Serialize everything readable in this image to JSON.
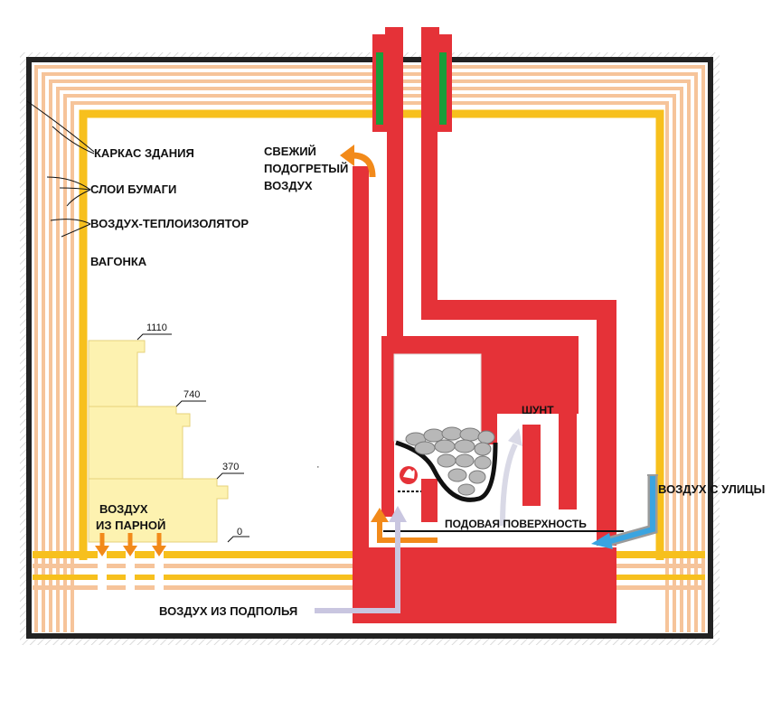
{
  "labels": {
    "frame": "КАРКАС ЗДАНИЯ",
    "paper": "СЛОИ БУМАГИ",
    "air_insulator": "ВОЗДУХ-ТЕПЛОИЗОЛЯТОР",
    "lining": "ВАГОНКА",
    "fresh_air_1": "СВЕЖИЙ",
    "fresh_air_2": "ПОДОГРЕТЫЙ",
    "fresh_air_3": "ВОЗДУХ",
    "shunt": "ШУНТ",
    "street_air": "ВОЗДУХ С УЛИЦЫ",
    "floor_surface": "ПОДОВАЯ ПОВЕРХНОСТЬ",
    "steam_room_air_1": "ВОЗДУХ",
    "steam_room_air_2": "ИЗ ПАРНОЙ",
    "underfloor_air": "ВОЗДУХ ИЗ ПОДПОЛЬЯ"
  },
  "shelves": [
    "1110",
    "740",
    "370",
    "0"
  ],
  "colors": {
    "brick": "#e53238",
    "wood": "#f7c01d",
    "paper": "#f6c49a",
    "shelf": "#fdf2b0",
    "frame": "#222222",
    "warm_arrow": "#f28a1a",
    "cold_arrow": "#3aa4e0",
    "floor_arrow": "#c9c6e0",
    "chimney_insert": "#1a9e3a"
  }
}
